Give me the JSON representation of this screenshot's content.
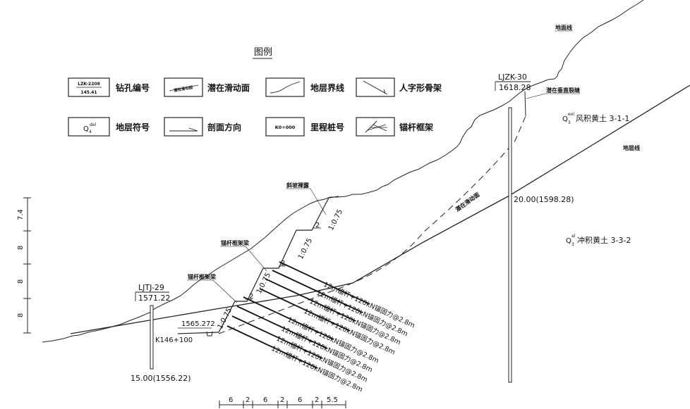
{
  "legend": {
    "title": "图例",
    "items": [
      {
        "key": "borehole",
        "label": "钻孔编号",
        "symbol_top": "LZK-2208",
        "symbol_bottom": "145.41"
      },
      {
        "key": "slip",
        "label": "潜在滑动面",
        "symbol_text": "潜在滑动面"
      },
      {
        "key": "strata",
        "label": "地层界线"
      },
      {
        "key": "herringbone",
        "label": "人字形骨架"
      },
      {
        "key": "stratum_symbol",
        "label": "地层符号",
        "symbol_text": "Q",
        "symbol_sup": "del",
        "symbol_sub": "4"
      },
      {
        "key": "section_dir",
        "label": "剖面方向"
      },
      {
        "key": "chainage",
        "label": "里程桩号",
        "symbol_text": "K0+000"
      },
      {
        "key": "anchor_frame",
        "label": "锚杆框架"
      }
    ]
  },
  "boreholes": {
    "left": {
      "id": "LJTJ-29",
      "elevation": "1571.22",
      "depth_label": "15.00(1556.22)"
    },
    "right": {
      "id": "LJZK-30",
      "elevation": "1618.28",
      "depth_label": "20.00(1598.28)"
    }
  },
  "labels": {
    "ground_line": "地面线",
    "potential_vertical_crack": "潜在垂直裂缝",
    "stratum_line": "地层线",
    "potential_slip_surface": "潜在滑动面",
    "slope_protection": "斜坡裸露",
    "anchor_frame_beam_upper": "锚杆框架梁",
    "anchor_frame_beam_lower": "锚杆框架梁",
    "chainage": "K146+100",
    "toe_elevation": "1565.272",
    "stratum_upper": {
      "base": "Q",
      "sup": "eol",
      "sub": "3",
      "name": "风积黄土 3-1-1"
    },
    "stratum_lower": {
      "base": "Q",
      "sup": "al",
      "sub": "3",
      "name": "冲积黄土 3-3-2"
    }
  },
  "slopes": {
    "ratio": "1:0.75",
    "bench_width": "2",
    "tiers": [
      {
        "ratio": "1:0.75",
        "bench": "2"
      },
      {
        "ratio": "1:0.75",
        "bench": "2"
      },
      {
        "ratio": "1:0.75",
        "bench": "2"
      },
      {
        "ratio": "1:0.75",
        "bench": "2"
      }
    ]
  },
  "anchors": {
    "label": "12m锚杆+120kN锚固力@2.8m",
    "count": 8
  },
  "dimensions": {
    "vertical": [
      "7.4",
      "8",
      "8",
      "8"
    ],
    "horizontal": [
      "6",
      "2",
      "6",
      "2",
      "6",
      "2",
      "5.5"
    ]
  },
  "colors": {
    "line": "#222222",
    "text": "#111111",
    "background": "#ffffff"
  }
}
